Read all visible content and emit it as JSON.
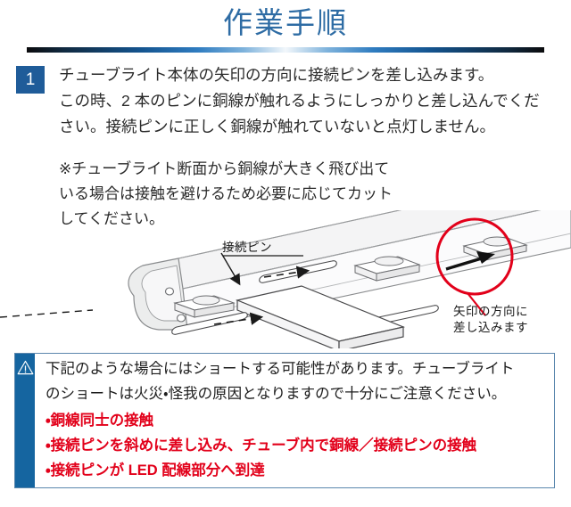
{
  "header": {
    "title": "作業手順"
  },
  "step": {
    "number": "1",
    "lines": [
      "チューブライト本体の矢印の方向に接続ピンを差し込みます。",
      "この時、2 本のピンに銅線が触れるようにしっかりと差し込んでくだ",
      "さい。接続ピンに正しく銅線が触れていないと点灯しません。"
    ],
    "note_lines": [
      "※チューブライト断面から銅線が大きく飛び出て",
      "いる場合は接触を避けるため必要に応じてカット",
      "してください。"
    ]
  },
  "diagram": {
    "pin_label": "接続ピン",
    "arrow_direction_label_line1": "矢印の方向に",
    "arrow_direction_label_line2": "差し込みます",
    "highlight_color": "#e2001a",
    "outline_color": "#6d6e71"
  },
  "warning": {
    "icon": "warning-triangle-icon",
    "lines": [
      "下記のような場合にはショートする可能性があります。チューブライト",
      "のショートは火災・怪我の原因となりますので十分にご注意ください。"
    ],
    "bullets": [
      "・銅線同士の接触",
      "・接続ピンを斜めに差し込み、チューブ内で銅線／接続ピンの接触",
      "・接続ピンが LED 配線部分へ到達"
    ],
    "bar_color": "#1565a0",
    "bullet_color": "#e2001a"
  }
}
